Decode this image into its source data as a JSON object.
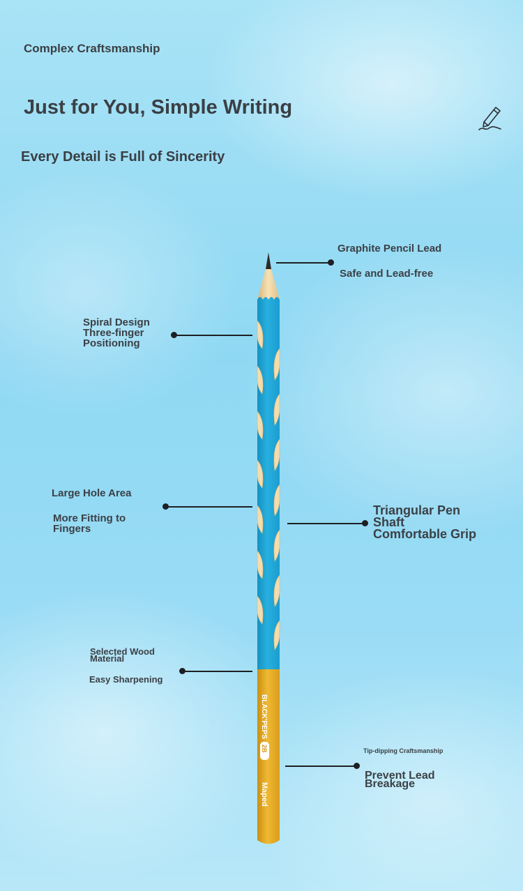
{
  "header": {
    "kicker": "Complex Craftsmanship",
    "title": "Just for You, Simple Writing",
    "subtitle": "Every Detail is Full of Sincerity"
  },
  "features": {
    "lead": {
      "title": "Graphite Pencil Lead",
      "subtitle": "Safe and Lead-free"
    },
    "spiral": {
      "title": "Spiral Design Three-finger Positioning"
    },
    "hole": {
      "title": "Large Hole Area",
      "subtitle": "More Fitting to Fingers"
    },
    "triangular": {
      "title": "Triangular Pen Shaft Comfortable Grip"
    },
    "wood": {
      "title": "Selected Wood Material",
      "subtitle": "Easy Sharpening"
    },
    "tip": {
      "title": "Tip-dipping Craftsmanship",
      "subtitle": "Prevent Lead Breakage"
    }
  },
  "pencil": {
    "brand_text": "BLACK'PEPS",
    "grade_text": "2B",
    "maker_text": "Maped",
    "colors": {
      "shaft_blue": "#1fa6d6",
      "end_yellow": "#e5ad25",
      "wood": "#f2d9a8",
      "graphite": "#2b2b2b"
    }
  },
  "icons": {
    "header_icon": "pencil-writing-icon"
  }
}
